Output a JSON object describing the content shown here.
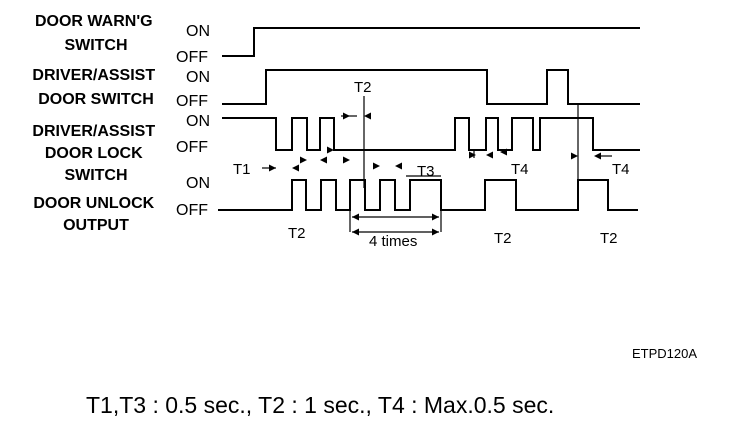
{
  "signals": [
    {
      "label_lines": [
        "DOOR WARN'G",
        "SWITCH"
      ],
      "on": "ON",
      "off": "OFF"
    },
    {
      "label_lines": [
        "DRIVER/ASSIST",
        "DOOR SWITCH"
      ],
      "on": "ON",
      "off": "OFF"
    },
    {
      "label_lines": [
        "DRIVER/ASSIST",
        "DOOR LOCK",
        "SWITCH"
      ],
      "on": "ON",
      "off": "OFF"
    },
    {
      "label_lines": [
        "DOOR UNLOCK",
        "OUTPUT"
      ],
      "on": "ON",
      "off": "OFF"
    }
  ],
  "timing_labels": {
    "t1": "T1",
    "t2_top": "T2",
    "t3": "T3",
    "t4_a": "T4",
    "t4_b": "T4",
    "t2_bottom_a": "T2",
    "t2_bottom_b": "T2",
    "t2_bottom_c": "T2",
    "repeat": "4 times"
  },
  "figure_code": "ETPD120A",
  "footnote": "T1,T3 : 0.5 sec., T2 : 1 sec., T4 : Max.0.5 sec."
}
